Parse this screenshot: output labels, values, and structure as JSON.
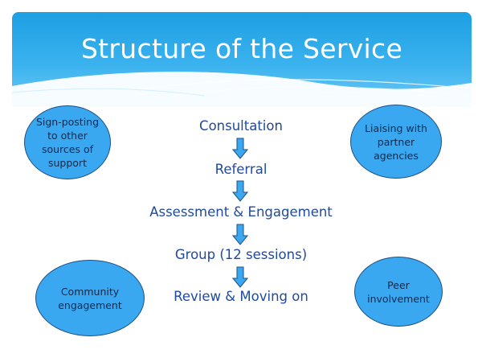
{
  "title": "Structure of the Service",
  "steps": [
    "Consultation",
    "Referral",
    "Assessment & Engagement",
    "Group (12 sessions)",
    "Review & Moving on"
  ],
  "side_bubbles": {
    "top_left": [
      "Sign-posting",
      "to other",
      "sources of",
      "support"
    ],
    "top_right": [
      "Liaising with",
      "partner",
      "agencies"
    ],
    "bottom_left": [
      "Community",
      "engagement"
    ],
    "bottom_right": [
      "Peer",
      "involvement"
    ]
  },
  "colors": {
    "header": "#2aa7ea",
    "bubble_fill": "#3aa8f0",
    "bubble_border": "#1f4f82",
    "step_text": "#1f4aa0",
    "arrow": "#3aa8f0"
  }
}
